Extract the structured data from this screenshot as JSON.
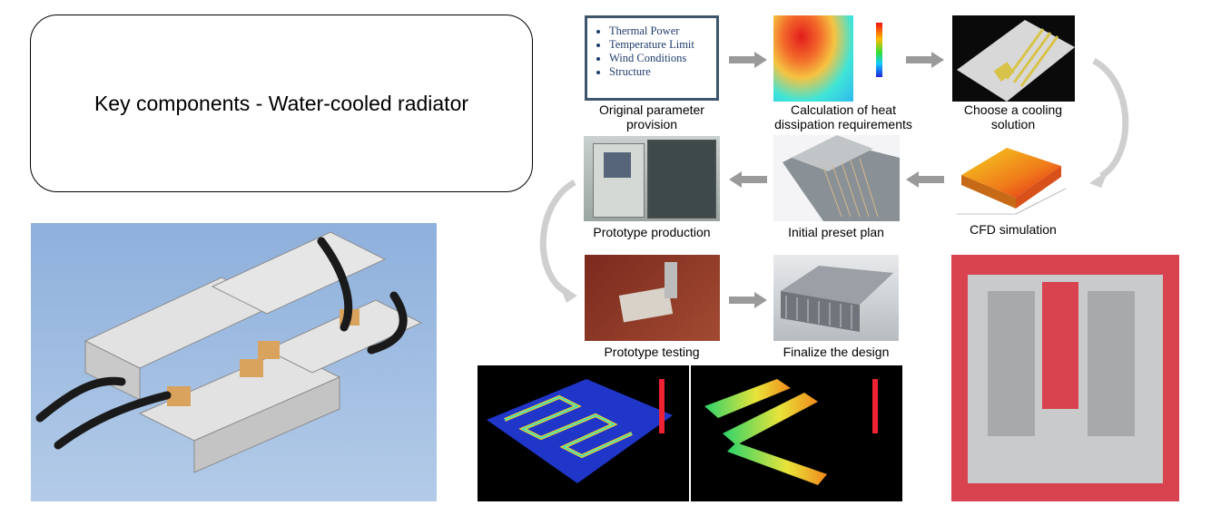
{
  "title": "Key components - Water-cooled radiator",
  "parameters": [
    "Thermal Power",
    "Temperature Limit",
    "Wind Conditions",
    "Structure"
  ],
  "steps": {
    "original": "Original parameter provision",
    "calculation": "Calculation of heat dissipation requirements",
    "cooling": "Choose a cooling solution",
    "cfd": "CFD simulation",
    "preset": "Initial preset plan",
    "production": "Prototype production",
    "testing": "Prototype testing",
    "finalize": "Finalize the design"
  },
  "colors": {
    "accent": "#3e556b",
    "arrow": "#9a9a9a",
    "tray": "#d9434f"
  }
}
